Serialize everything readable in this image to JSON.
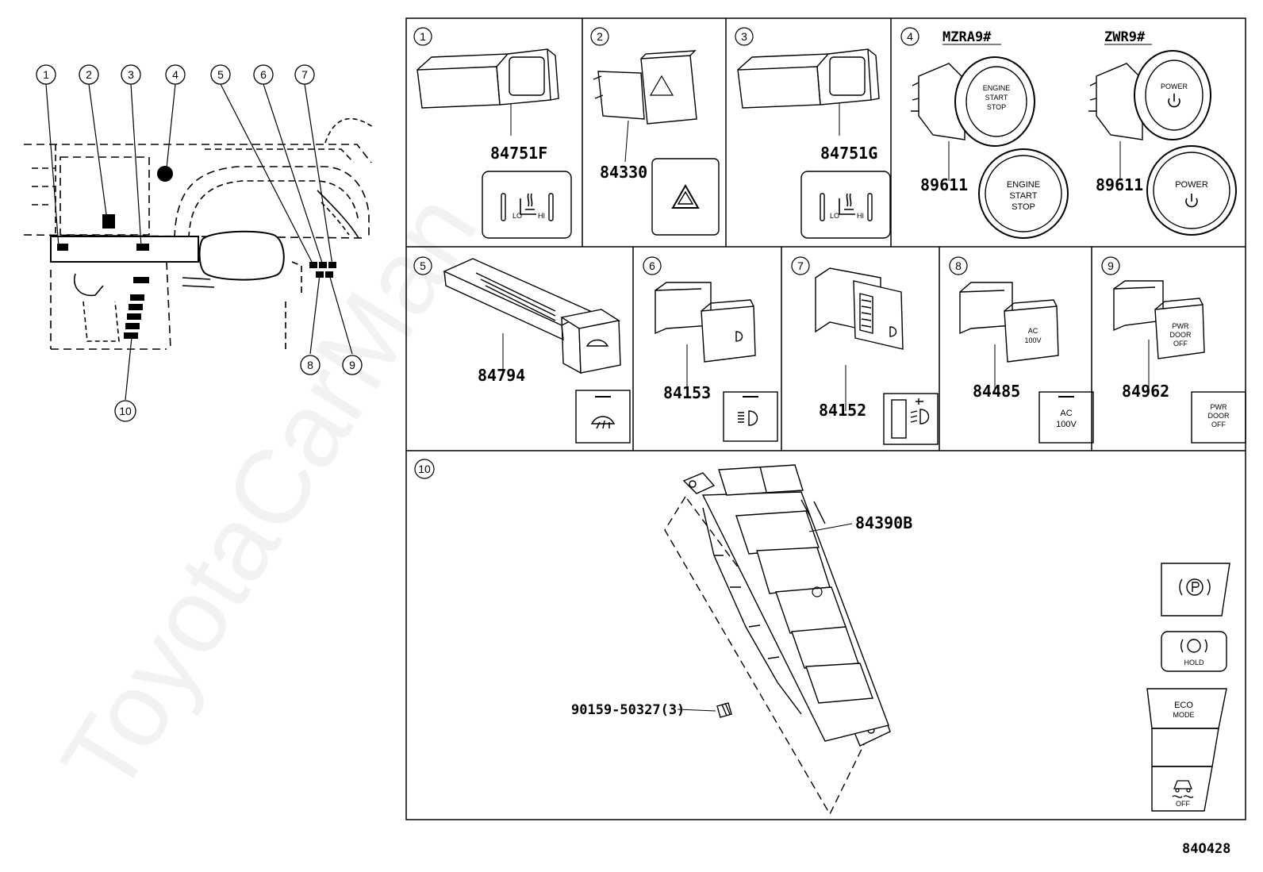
{
  "watermark": "ToyotaCarMan",
  "figure_code": "84O428",
  "overview_callouts": [
    "1",
    "2",
    "3",
    "4",
    "5",
    "6",
    "7",
    "8",
    "9",
    "10"
  ],
  "panels": {
    "p1": {
      "num": "1",
      "part": "84751F",
      "labels": {
        "lo": "LO",
        "hi": "HI"
      }
    },
    "p2": {
      "num": "2",
      "part": "84330"
    },
    "p3": {
      "num": "3",
      "part": "84751G",
      "labels": {
        "lo": "LO",
        "hi": "HI"
      }
    },
    "p4": {
      "num": "4",
      "variant_a": "MZRA9#",
      "variant_b": "ZWR9#",
      "part_a": "89611",
      "part_b": "89611",
      "engine_lines": [
        "ENGINE",
        "START",
        "STOP"
      ],
      "power_label": "POWER"
    },
    "p5": {
      "num": "5",
      "part": "84794"
    },
    "p6": {
      "num": "6",
      "part": "84153"
    },
    "p7": {
      "num": "7",
      "part": "84152"
    },
    "p8": {
      "num": "8",
      "part": "84485",
      "lines": [
        "AC",
        "100V"
      ]
    },
    "p9": {
      "num": "9",
      "part": "84962",
      "lines": [
        "PWR",
        "DOOR",
        "OFF"
      ]
    },
    "p10": {
      "num": "10",
      "part_main": "84390B",
      "part_screw": "90159-50327(3)",
      "hold_label": "HOLD",
      "eco_lines": [
        "ECO",
        "MODE"
      ],
      "off_label": "OFF"
    }
  },
  "icons": [
    "seat-heater-icon",
    "hazard-triangle-icon",
    "power-symbol-icon",
    "rear-defogger-icon",
    "auto-headlight-icon",
    "headlight-level-icon",
    "parking-brake-icon",
    "brake-hold-icon",
    "traction-off-icon"
  ]
}
